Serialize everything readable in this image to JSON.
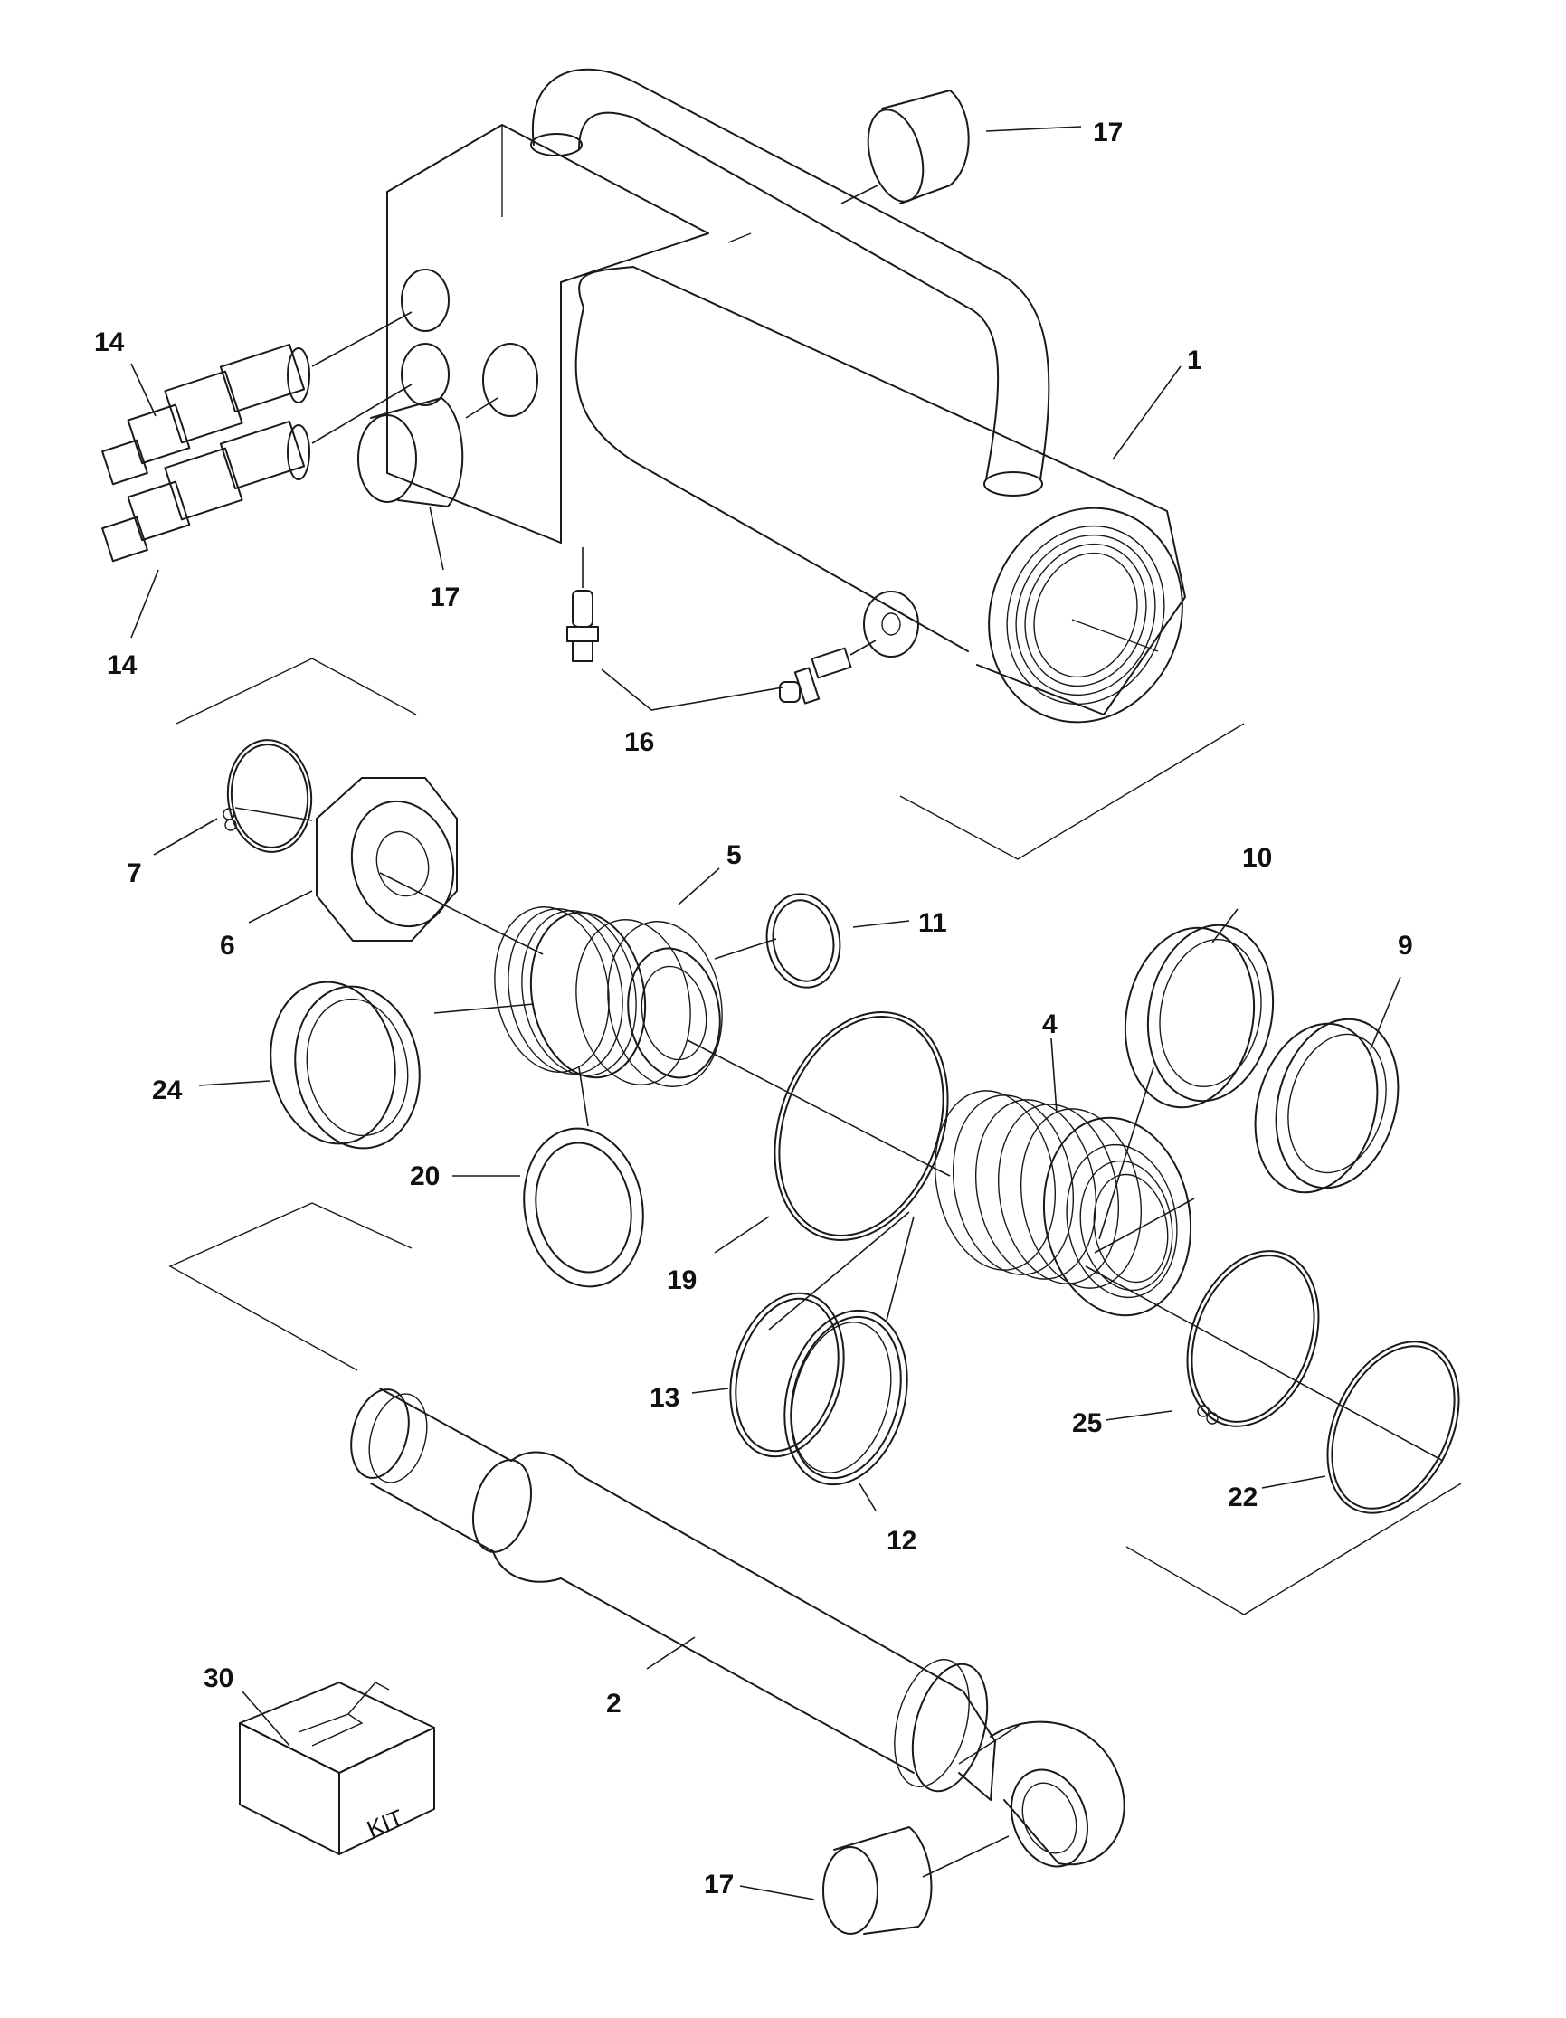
{
  "callouts": {
    "c1": "1",
    "c2": "2",
    "c4": "4",
    "c5": "5",
    "c6": "6",
    "c7": "7",
    "c9": "9",
    "c10": "10",
    "c11": "11",
    "c12": "12",
    "c13": "13",
    "c14": "14",
    "c16": "16",
    "c17": "17",
    "c19": "19",
    "c20": "20",
    "c22": "22",
    "c24": "24",
    "c25": "25",
    "c30": "30"
  },
  "kit_label": "KIT"
}
